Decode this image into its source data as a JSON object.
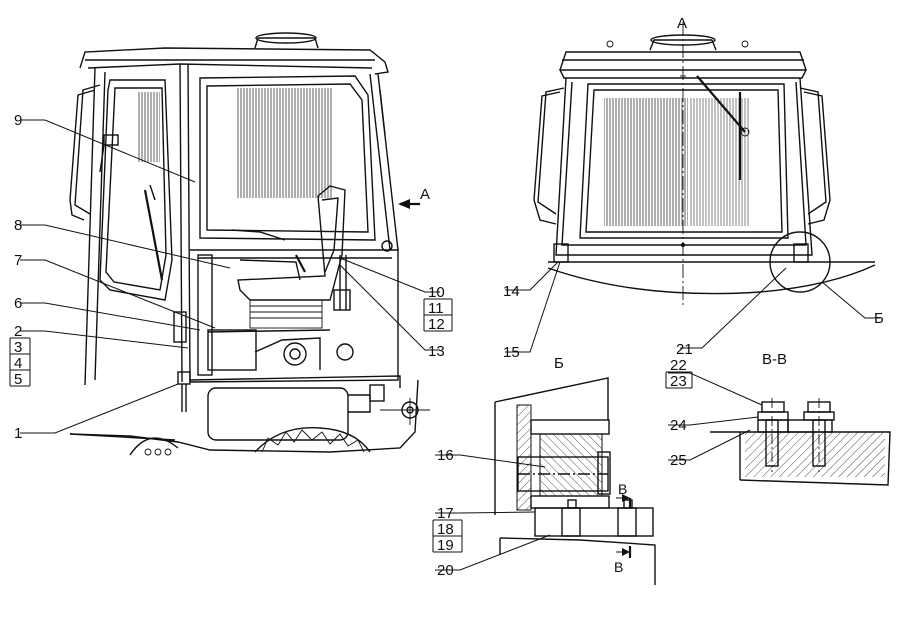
{
  "view_labels": {
    "arrow_a_side": "А",
    "view_a_title": "А",
    "section_b_ref": "Б",
    "section_b_title": "Б",
    "section_vv_title": "В-В",
    "section_v_mark_top": "В",
    "section_v_mark_bottom": "В"
  },
  "callouts": [
    "1",
    "2",
    "3",
    "4",
    "5",
    "6",
    "7",
    "8",
    "9",
    "10",
    "11",
    "12",
    "13",
    "14",
    "15",
    "16",
    "17",
    "18",
    "19",
    "20",
    "21",
    "22",
    "23",
    "24",
    "25"
  ]
}
